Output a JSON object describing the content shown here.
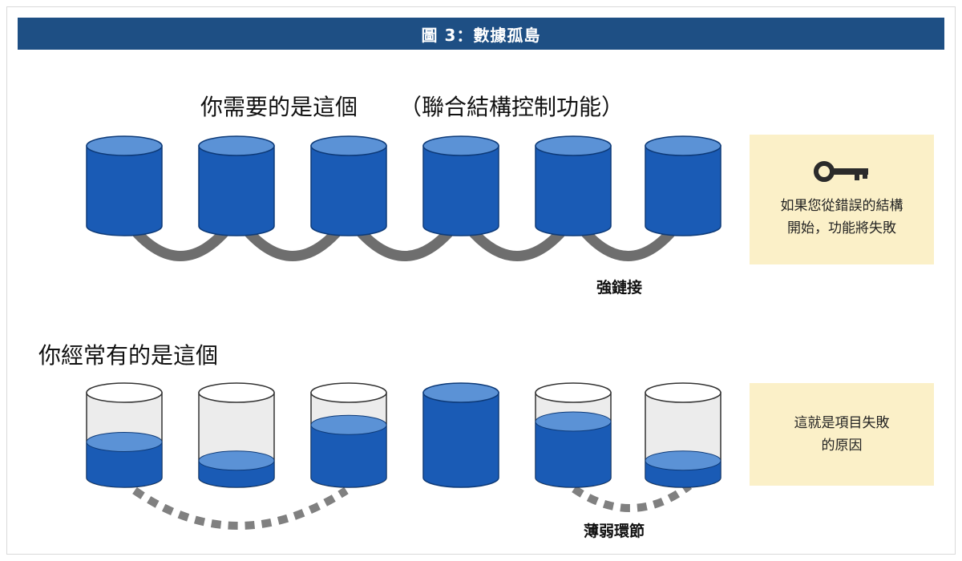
{
  "figure_title": "圖 3：數據孤島",
  "top_section": {
    "heading": "你需要的是這個",
    "heading_sub": "（聯合結構控制功能）",
    "cylinders": [
      {
        "fill_level": 1.0
      },
      {
        "fill_level": 1.0
      },
      {
        "fill_level": 1.0
      },
      {
        "fill_level": 1.0
      },
      {
        "fill_level": 1.0
      },
      {
        "fill_level": 1.0
      }
    ],
    "link_label": "強鏈接",
    "callout": {
      "icon": "key-icon",
      "line1": "如果您從錯誤的結構",
      "line2": "開始，功能將失敗"
    }
  },
  "bottom_section": {
    "heading": "你經常有的是這個",
    "cylinders": [
      {
        "fill_level": 0.42
      },
      {
        "fill_level": 0.2
      },
      {
        "fill_level": 0.62
      },
      {
        "fill_level": 1.0
      },
      {
        "fill_level": 0.66
      },
      {
        "fill_level": 0.2
      }
    ],
    "link_label": "薄弱環節",
    "callout": {
      "line1": "這就是項目失敗",
      "line2": "的原因"
    }
  },
  "colors": {
    "title_bar": "#1e4f84",
    "cylinder_blue": "#1a5bb5",
    "cylinder_top": "#5b92d6",
    "link_gray": "#6e6e6e",
    "callout_bg": "#fbf0c8"
  }
}
